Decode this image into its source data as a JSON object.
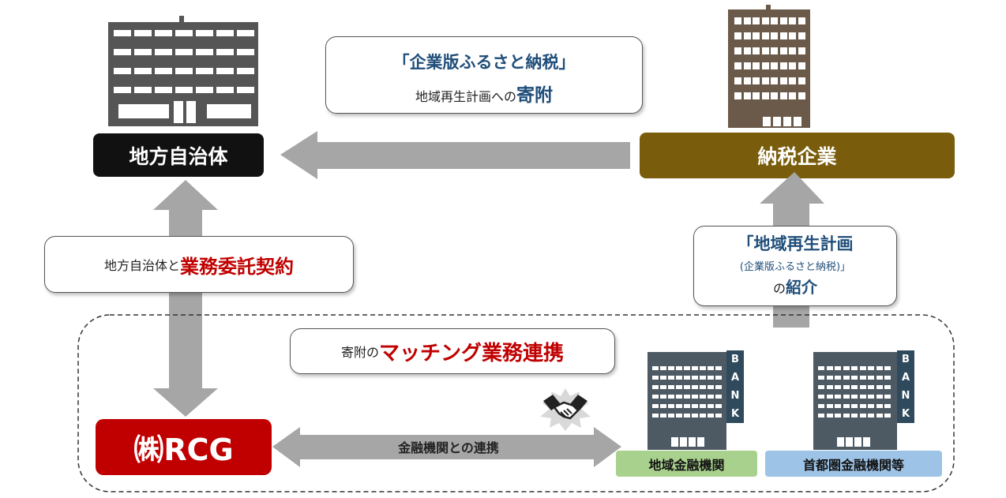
{
  "nodes": {
    "municipality": {
      "label": "地方自治体",
      "color": "#111111"
    },
    "company": {
      "label": "納税企業",
      "color": "#7a5d0c"
    },
    "rcg": {
      "label": "㈱RCG",
      "color": "#c00000"
    },
    "regional_bank": {
      "label": "地域金融機関",
      "color": "#a9d18e"
    },
    "metro_bank": {
      "label": "首都圏金融機関等",
      "color": "#9dc3e6"
    }
  },
  "callouts": {
    "donation": {
      "line1": "「企業版ふるさと納税」",
      "line2_prefix": "地域再生計画への",
      "line2_emph": "寄附"
    },
    "contract": {
      "prefix": "地方自治体と",
      "emph": "業務委託契約"
    },
    "plan": {
      "line1": "「地域再生計画",
      "line2": "(企業版ふるさと納税)」",
      "line3_prefix": "の",
      "line3_emph": "紹介"
    },
    "matching": {
      "prefix": "寄附の",
      "emph": "マッチング業務連携"
    }
  },
  "arrows": {
    "bank_link": "金融機関との連携"
  },
  "bank_tag": [
    "B",
    "A",
    "N",
    "K"
  ],
  "icons": {
    "handshake": "handshake-icon",
    "building": "building-icon"
  }
}
